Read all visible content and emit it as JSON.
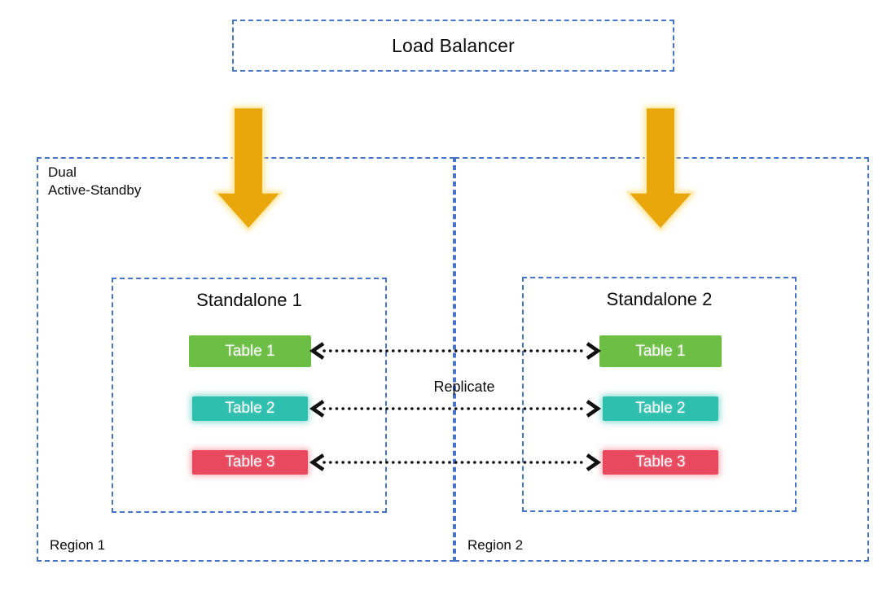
{
  "colors": {
    "border_blue": "#4674C9",
    "arrow_gold": "#E9A70C",
    "table1_green": "#6CBE45",
    "table2_teal": "#2FBFAE",
    "table3_red": "#E8495F",
    "replication_line_black": "#111111",
    "chip_text_white": "#FFFFFF"
  },
  "load_balancer": {
    "label": "Load Balancer"
  },
  "regions": [
    {
      "name": "Region 1",
      "mode_label": "Dual\nActive-Standby"
    },
    {
      "name": "Region 2"
    }
  ],
  "standalones": [
    {
      "title": "Standalone 1",
      "tables": [
        "Table 1",
        "Table 2",
        "Table 3"
      ]
    },
    {
      "title": "Standalone 2",
      "tables": [
        "Table 1",
        "Table 2",
        "Table 3"
      ]
    }
  ],
  "replication": {
    "label": "Replicate"
  }
}
